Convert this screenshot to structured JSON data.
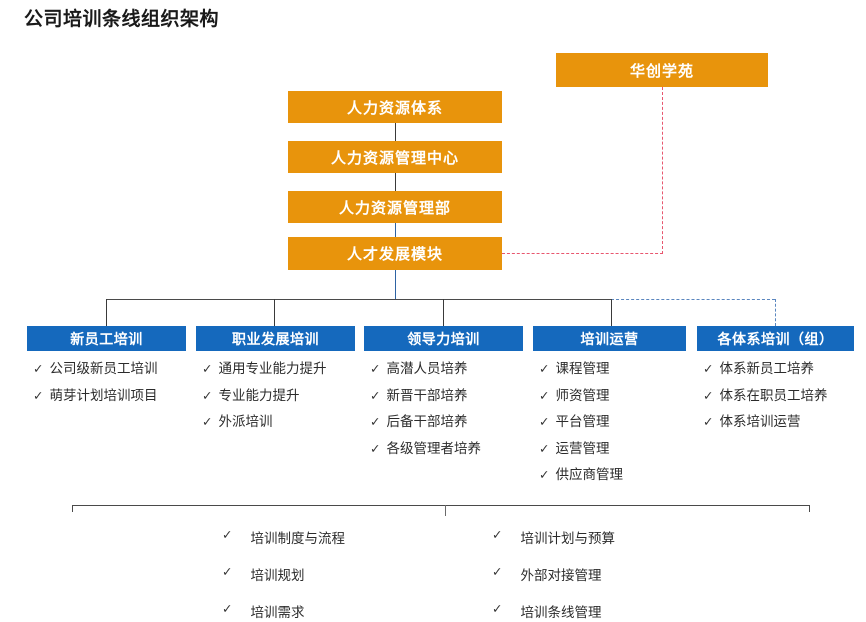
{
  "title": "公司培训条线组织架构",
  "colors": {
    "orange": "#E8940C",
    "blue": "#1569BD",
    "red_dashed": "#e8566e",
    "blue_dashed": "#5a86bf",
    "text": "#2b2b2b"
  },
  "icons": {
    "check": "✓"
  },
  "hierarchy": [
    {
      "label": "人力资源体系"
    },
    {
      "label": "人力资源管理中心"
    },
    {
      "label": "人力资源管理部"
    },
    {
      "label": "人才发展模块"
    }
  ],
  "affiliate": {
    "label": "华创学苑"
  },
  "columns": [
    {
      "header": "新员工培训",
      "items": [
        "公司级新员工培训",
        "萌芽计划培训项目"
      ]
    },
    {
      "header": "职业发展培训",
      "items": [
        "通用专业能力提升",
        "专业能力提升",
        "外派培训"
      ]
    },
    {
      "header": "领导力培训",
      "items": [
        "高潜人员培养",
        "新晋干部培养",
        "后备干部培养",
        "各级管理者培养"
      ]
    },
    {
      "header": "培训运营",
      "items": [
        "课程管理",
        "师资管理",
        "平台管理",
        "运营管理",
        "供应商管理"
      ]
    },
    {
      "header": "各体系培训（组）",
      "items": [
        "体系新员工培养",
        "体系在职员工培养",
        "体系培训运营"
      ]
    }
  ],
  "bottom": {
    "left_items": [
      "培训制度与流程",
      "培训规划",
      "培训需求"
    ],
    "right_items": [
      "培训计划与预算",
      "外部对接管理",
      "培训条线管理"
    ]
  }
}
